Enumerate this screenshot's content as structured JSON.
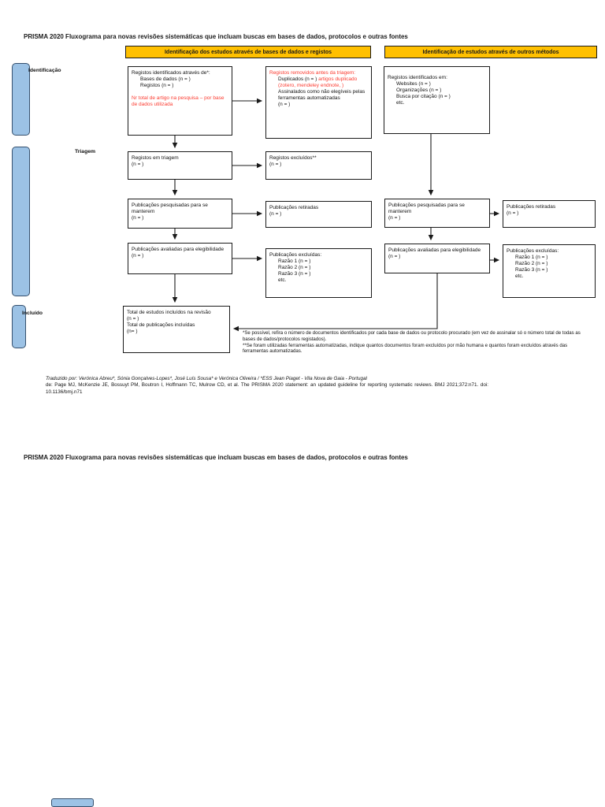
{
  "page": {
    "title": "PRISMA 2020 Fluxograma para novas revisões sistemáticas que incluam buscas em bases de dados, protocolos e outras fontes",
    "title_second": "PRISMA 2020 Fluxograma para novas revisões sistemáticas que incluam buscas em bases de dados, protocolos e outras fontes"
  },
  "banners": {
    "databases": "Identificação dos estudos através de bases de dados e registos",
    "other_methods": "Identificação de estudos através de outros métodos"
  },
  "sidebar": {
    "identification": "Identificação",
    "screening": "Triagem",
    "included": "Incluído"
  },
  "boxes": {
    "records_identified": {
      "l1": "Registos identificados através de*:",
      "l2": "Bases de dados (n = )",
      "l3": "Registos (n = )",
      "note_red": "Nr total de artigo na pesquisa – por base de dados utilizada"
    },
    "records_removed": {
      "l1": "Registos removidos antes da triagem:",
      "l2a": "Duplicados (n = ) ",
      "l2b": "artigos duplicado (zotero, mendeley endnote, )",
      "l3": "Assinalados como não elegíveis pelas ferramentas automatizadas",
      "l4": "(n = )"
    },
    "other_records": {
      "l1": "Registos identificados em:",
      "l2": "Websites (n = )",
      "l3": "Organizações (n = )",
      "l4": "Busca por citação (n = )",
      "l5": "etc."
    },
    "screened": {
      "l1": "Registos em triagem",
      "l2": "(n = )"
    },
    "excluded": {
      "l1": "Registos excluídos**",
      "l2": "(n = )"
    },
    "sought_db": {
      "l1": "Publicações pesquisadas para se manterem",
      "l2": "(n = )"
    },
    "retrieved_db": {
      "l1": "Publicações retiradas",
      "l2": "(n = )"
    },
    "assessed_db": {
      "l1": "Publicações avaliadas para elegibilidade",
      "l2": "(n = )"
    },
    "excluded_db": {
      "l1": "Publicações excluídas:",
      "l2": "Razão 1 (n = )",
      "l3": "Razão 2 (n = )",
      "l4": "Razão 3 (n = )",
      "l5": "etc."
    },
    "sought_other": {
      "l1": "Publicações pesquisadas para se manterem",
      "l2": "(n = )"
    },
    "retrieved_other": {
      "l1": "Publicações retiradas",
      "l2": "(n = )"
    },
    "assessed_other": {
      "l1": "Publicações avaliadas para elegibilidade",
      "l2": "(n = )"
    },
    "excluded_other": {
      "l1": "Publicações excluídas:",
      "l2": "Razão 1 (n = )",
      "l3": "Razão 2 (n = )",
      "l4": "Razão 3 (n = )",
      "l5": "etc."
    },
    "included_total": {
      "l1": "Total de estudos incluídos na revisão",
      "l2": "(n = )",
      "l3": "Total de publicações incluídas",
      "l4": "(n= )"
    }
  },
  "footnotes": {
    "f1": "*Se possível, refira o número de documentos identificados por cada base de dados ou protocolo procurado (em vez de assinalar só o número total de todas as bases de dados/protocolos registados).",
    "f2": "**Se foram utilizadas ferramentas automatizadas, indique quantos documentos foram excluídos por mão humana e quantos foram excluídos através das ferramentas automatizadas."
  },
  "credits": {
    "line1": "Traduzido por: Verónica Abreu*, Sónia Gonçalves-Lopes*, José Luís Sousa* e Verónica Oliveira /  *ESS Jean Piaget - Vila Nova de Gaia - Portugal",
    "line2": "de: Page MJ, McKenzie JE, Bossuyt PM, Boutron I, Hoffmann TC, Mulrow CD, et al. The PRISMA 2020 statement: an updated guideline for reporting systematic reviews. BMJ 2021;372:n71. doi: 10.1136/bmj.n71"
  },
  "colors": {
    "banner_fill": "#FFC000",
    "sidebar_fill": "#9CC2E5",
    "sidebar_border": "#35506E",
    "alert_red": "#FB3B30",
    "line_black": "#1A1A1A"
  }
}
